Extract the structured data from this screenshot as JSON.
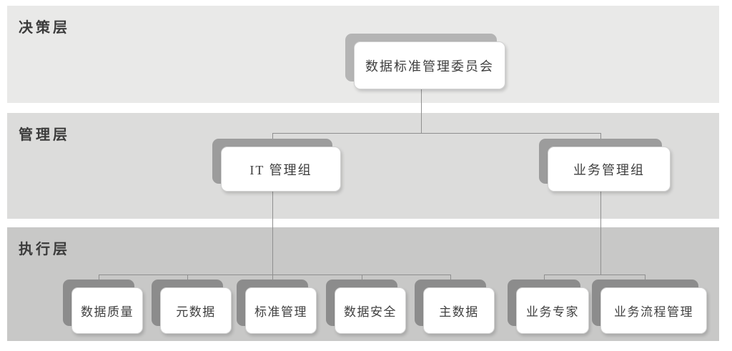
{
  "layers": [
    {
      "label": "决策层"
    },
    {
      "label": "管理层"
    },
    {
      "label": "执行层"
    }
  ],
  "nodes": {
    "committee": {
      "label": "数据标准管理委员会"
    },
    "it_group": {
      "label": "IT 管理组"
    },
    "biz_group": {
      "label": "业务管理组"
    },
    "it_children": [
      {
        "label": "数据质量"
      },
      {
        "label": "元数据"
      },
      {
        "label": "标准管理"
      },
      {
        "label": "数据安全"
      },
      {
        "label": "主数据"
      }
    ],
    "biz_children": [
      {
        "label": "业务专家"
      },
      {
        "label": "业务流程管理"
      }
    ]
  },
  "colors": {
    "band_decision": "#e9e9e8",
    "band_management": "#dcdcdb",
    "band_execution": "#c8c8c7",
    "shadow_tier1": "#b4b4b4",
    "shadow_tier2": "#9c9c9c",
    "shadow_tier3": "#8c8c8c",
    "connector": "#8f8f8f",
    "card": "#ffffff"
  }
}
